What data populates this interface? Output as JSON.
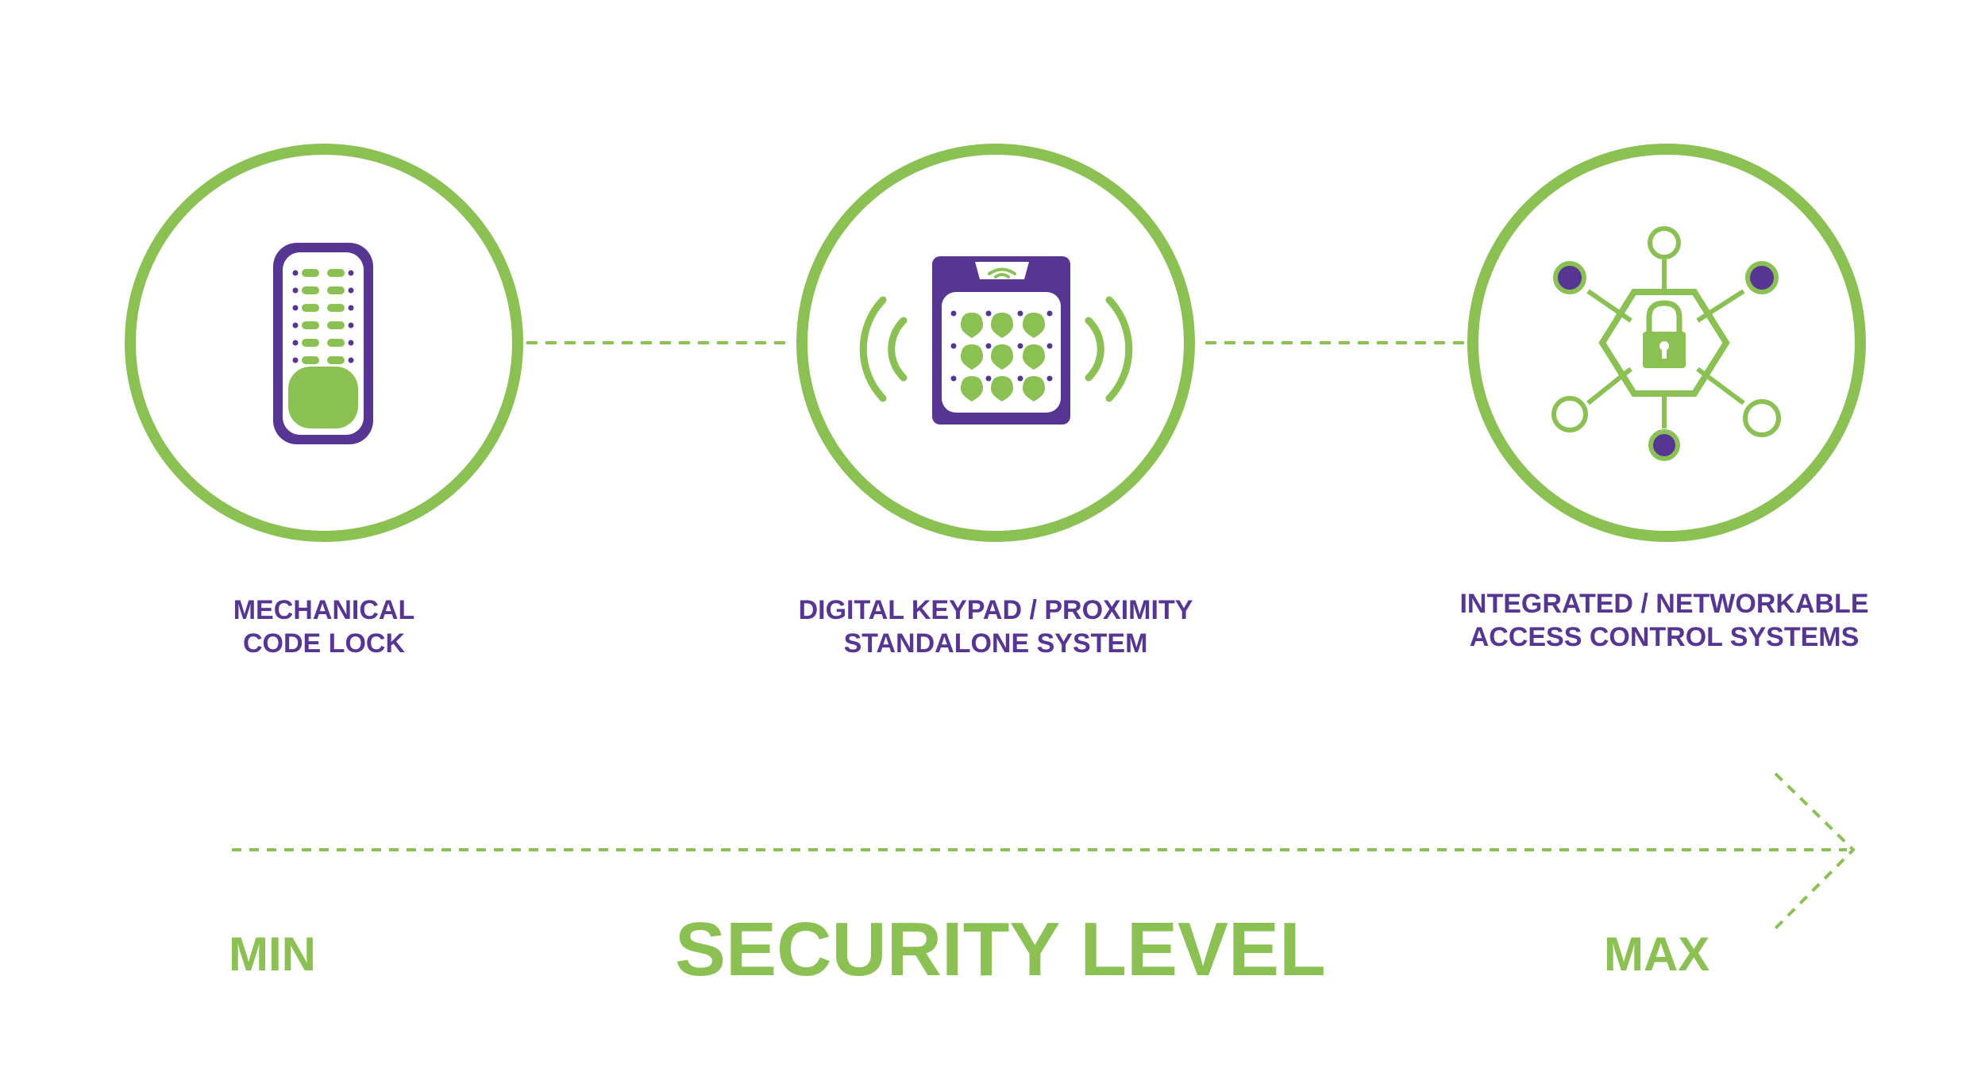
{
  "colors": {
    "green": "#8bc152",
    "purple": "#563593",
    "background": "#ffffff"
  },
  "stages": [
    {
      "icon": "mechanical-code-lock-icon",
      "label_lines": [
        "MECHANICAL",
        "CODE LOCK"
      ]
    },
    {
      "icon": "digital-keypad-proximity-icon",
      "label_lines": [
        "DIGITAL KEYPAD / PROXIMITY",
        "STANDALONE SYSTEM"
      ]
    },
    {
      "icon": "network-lock-icon",
      "label_lines": [
        "INTEGRATED / NETWORKABLE",
        "ACCESS CONTROL SYSTEMS"
      ]
    }
  ],
  "scale": {
    "title": "SECURITY LEVEL",
    "min_label": "MIN",
    "max_label": "MAX",
    "arrow_icon": "arrow-right-icon"
  }
}
